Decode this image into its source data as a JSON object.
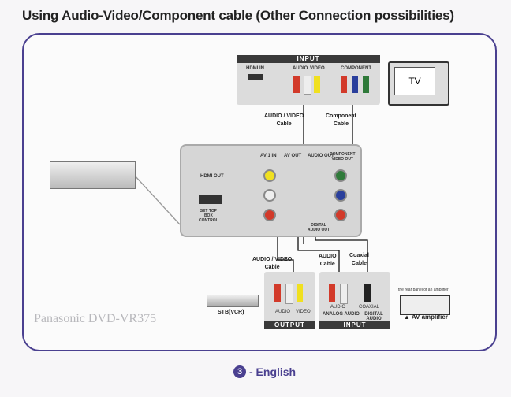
{
  "title": "Using Audio-Video/Component cable (Other Connection possibilities)",
  "tv_input": {
    "header": "INPUT",
    "hdmi": "HDMI IN",
    "audio": "AUDIO",
    "video": "VIDEO",
    "component": "COMPONENT"
  },
  "tv_label": "TV",
  "cables": {
    "av_top": "AUDIO / VIDEO\nCable",
    "component": "Component\nCable",
    "av_bottom": "AUDIO / VIDEO\nCable",
    "audio": "AUDIO\nCable",
    "coaxial": "Coaxial\nCable"
  },
  "rear_panel": {
    "hdmi_out": "HDMI OUT",
    "set_top": "SET TOP\nBOX\nCONTROL",
    "av1_in": "AV 1 IN",
    "av_out": "AV OUT",
    "audio_out": "AUDIO OUT",
    "component_out": "COMPONENT\nVIDEO OUT",
    "digital_out": "DIGITAL\nAUDIO OUT"
  },
  "stb": {
    "label": "STB(VCR)",
    "panel_header": "OUTPUT",
    "audio": "AUDIO",
    "video": "VIDEO"
  },
  "amp": {
    "panel_header": "INPUT",
    "audio": "AUDIO",
    "coaxial": "COAXIAL",
    "analog": "ANALOG AUDIO",
    "digital": "DIGITAL AUDIO",
    "caption": "the rear panel of an amplifier",
    "label": "▲ AV amplifier"
  },
  "watermark": "Panasonic DVD-VR375",
  "footer": {
    "page": "3",
    "text": "- English"
  },
  "colors": {
    "frame": "#4a4090",
    "red": "#d23a2a",
    "white": "#e8e8e8",
    "yellow": "#f0e020",
    "green": "#2f7a3a",
    "blue": "#2a3f9c"
  }
}
